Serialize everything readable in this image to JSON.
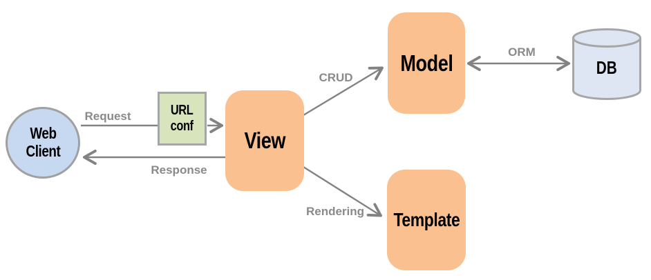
{
  "diagram": {
    "type": "architecture-flow",
    "description": "Web framework MTV request flow diagram"
  },
  "nodes": {
    "web_client": {
      "line1": "Web",
      "line2": "Client",
      "shape": "circle"
    },
    "url_conf": {
      "line1": "URL",
      "line2": "conf",
      "shape": "rect"
    },
    "view": {
      "label": "View",
      "shape": "rounded-rect"
    },
    "model": {
      "label": "Model",
      "shape": "rounded-rect"
    },
    "template": {
      "label": "Template",
      "shape": "rounded-rect"
    },
    "db": {
      "label": "DB",
      "shape": "cylinder"
    }
  },
  "edges": {
    "request": {
      "label": "Request",
      "from": "web_client",
      "to": "url_conf",
      "direction": "forward"
    },
    "urlconf_view": {
      "label": "",
      "from": "url_conf",
      "to": "view",
      "direction": "forward"
    },
    "response": {
      "label": "Response",
      "from": "view",
      "to": "web_client",
      "direction": "forward"
    },
    "crud": {
      "label": "CRUD",
      "from": "view",
      "to": "model",
      "direction": "forward"
    },
    "orm": {
      "label": "ORM",
      "from": "model",
      "to": "db",
      "direction": "bidirectional"
    },
    "rendering": {
      "label": "Rendering",
      "from": "view",
      "to": "template",
      "direction": "forward"
    }
  },
  "colors": {
    "node_orange": "#FAC08F",
    "node_blue": "#C6D9F1",
    "node_green": "#D8E4BC",
    "db_fill": "#DDE6F2",
    "border_gray": "#A6A6A6",
    "arrow_gray": "#828282",
    "label_gray": "#8A8A8A",
    "text_black": "#000000",
    "background": "#FFFFFF"
  }
}
